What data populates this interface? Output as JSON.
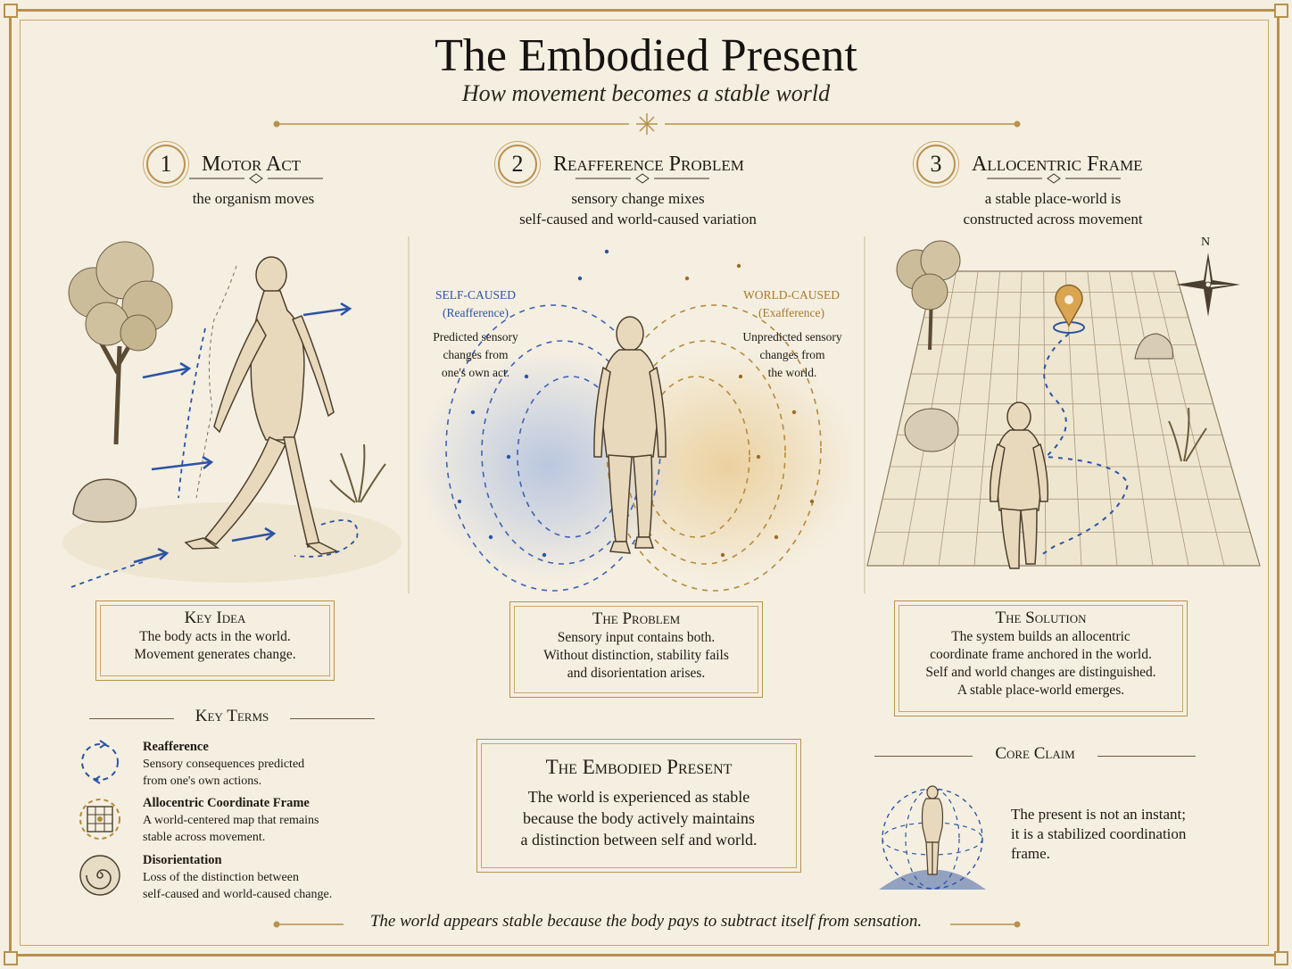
{
  "header": {
    "title": "The Embodied Present",
    "subtitle": "How movement becomes a stable world"
  },
  "steps": [
    {
      "number": "1",
      "title": "Motor Act",
      "subtitle_lines": [
        "the organism moves"
      ]
    },
    {
      "number": "2",
      "title": "Reafference Problem",
      "subtitle_lines": [
        "sensory change mixes",
        "self-caused and world-caused variation"
      ]
    },
    {
      "number": "3",
      "title": "Allocentric Frame",
      "subtitle_lines": [
        "a stable place-world is",
        "constructed across movement"
      ]
    }
  ],
  "reafference_labels": {
    "self_caused": {
      "title": "SELF-CAUSED",
      "subtitle": "(Reafference)",
      "desc": [
        "Predicted sensory",
        "changes from",
        "one's own act."
      ]
    },
    "world_caused": {
      "title": "WORLD-CAUSED",
      "subtitle": "(Exafference)",
      "desc": [
        "Unpredicted sensory",
        "changes from",
        "the world."
      ]
    }
  },
  "compass": {
    "north_label": "N"
  },
  "boxes": {
    "key_idea": {
      "title": "Key Idea",
      "lines": [
        "The body acts in the world.",
        "Movement generates change."
      ]
    },
    "problem": {
      "title": "The Problem",
      "lines": [
        "Sensory input contains both.",
        "Without distinction, stability fails",
        "and disorientation arises."
      ]
    },
    "solution": {
      "title": "The Solution",
      "lines": [
        "The system builds an allocentric",
        "coordinate frame anchored in the world.",
        "Self and world changes are distinguished.",
        "A stable place-world emerges."
      ]
    },
    "embodied": {
      "title": "The Embodied Present",
      "lines": [
        "The world is experienced as stable",
        "because the body actively maintains",
        "a distinction between self and world."
      ]
    }
  },
  "key_terms": {
    "heading": "Key Terms",
    "items": [
      {
        "icon": "reafference-loop-icon",
        "term": "Reafference",
        "lines": [
          "Sensory consequences predicted",
          "from one's own actions."
        ]
      },
      {
        "icon": "grid-frame-icon",
        "term": "Allocentric Coordinate Frame",
        "lines": [
          "A world-centered map that remains",
          "stable across movement."
        ]
      },
      {
        "icon": "spiral-icon",
        "term": "Disorientation",
        "lines": [
          "Loss of the distinction between",
          "self-caused and world-caused change."
        ]
      }
    ]
  },
  "core_claim": {
    "heading": "Core Claim",
    "lines": [
      "The present is not an instant;",
      "it is a stabilized coordination",
      "frame."
    ]
  },
  "footer": "The world appears stable because the body pays to subtract itself from sensation.",
  "colors": {
    "gold": "#b8914e",
    "blue": "#2b53a6",
    "amber": "#c89a4a",
    "paper": "#f5efe1"
  }
}
